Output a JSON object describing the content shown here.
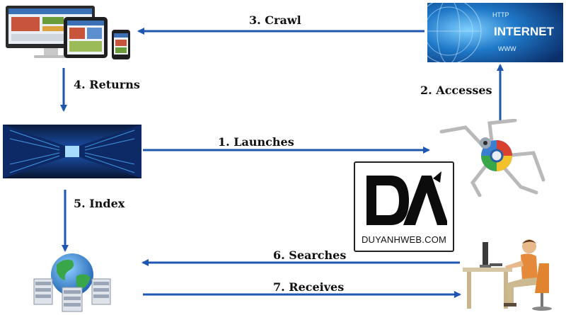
{
  "edges": [
    {
      "id": "crawl",
      "label": "3. Crawl"
    },
    {
      "id": "returns",
      "label": "4. Returns"
    },
    {
      "id": "accesses",
      "label": "2. Accesses"
    },
    {
      "id": "launches",
      "label": "1. Launches"
    },
    {
      "id": "index",
      "label": "5. Index"
    },
    {
      "id": "searches",
      "label": "6. Searches"
    },
    {
      "id": "receives",
      "label": "7. Receives"
    }
  ],
  "internet_image": {
    "lines": [
      "HTTP",
      "INTERNET",
      "WWW"
    ]
  },
  "logo": {
    "text": "DUYANHWEB.COM",
    "letters": "DA"
  },
  "colors": {
    "arrow": "#1f56b0",
    "globe": "#2a7fd0",
    "land": "#3aa64a"
  }
}
